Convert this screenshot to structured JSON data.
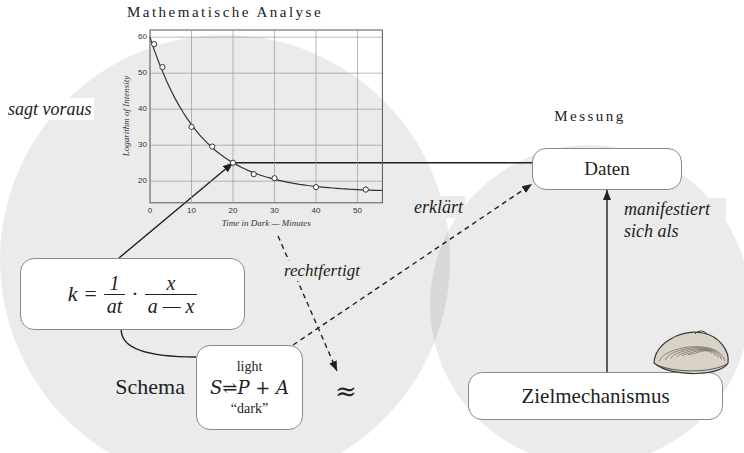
{
  "diagram": {
    "nodes": [
      {
        "text": [
          "Mathematische Analyse"
        ]
      },
      {
        "text": [
          "Logarithm of Intensity",
          "Time in Dark — Minutes"
        ],
        "in": 0
      },
      {
        "text": [
          "k =",
          "1",
          "at",
          "·",
          "x",
          "a — x"
        ],
        "in": 0
      },
      {
        "text": [
          "Schema",
          "light",
          "S⇌P + A",
          "“dark”"
        ],
        "in": 0
      },
      {
        "text": [
          "Messung"
        ]
      },
      {
        "text": [
          "Daten"
        ],
        "in": 4
      },
      {
        "text": [
          "Zielmechanismus"
        ],
        "in": 4
      }
    ],
    "edges": [
      {
        "from": 2,
        "to": 1,
        "arrow": "to",
        "label": "sagt voraus"
      },
      {
        "from": 5,
        "to": 1,
        "arrow": "none"
      },
      {
        "from": 3,
        "to": 5,
        "arrow": "to",
        "label": "erklärt"
      },
      {
        "from": 6,
        "to": 5,
        "arrow": "to",
        "label": "manifestiert sich als"
      },
      {
        "from": 2,
        "to": 3,
        "arrow": "none"
      }
    ],
    "labels": [
      "rechtfertigt",
      "≈",
      "60",
      "50",
      "40",
      "30",
      "20",
      "0",
      "10",
      "20",
      "30",
      "40",
      "50"
    ]
  }
}
